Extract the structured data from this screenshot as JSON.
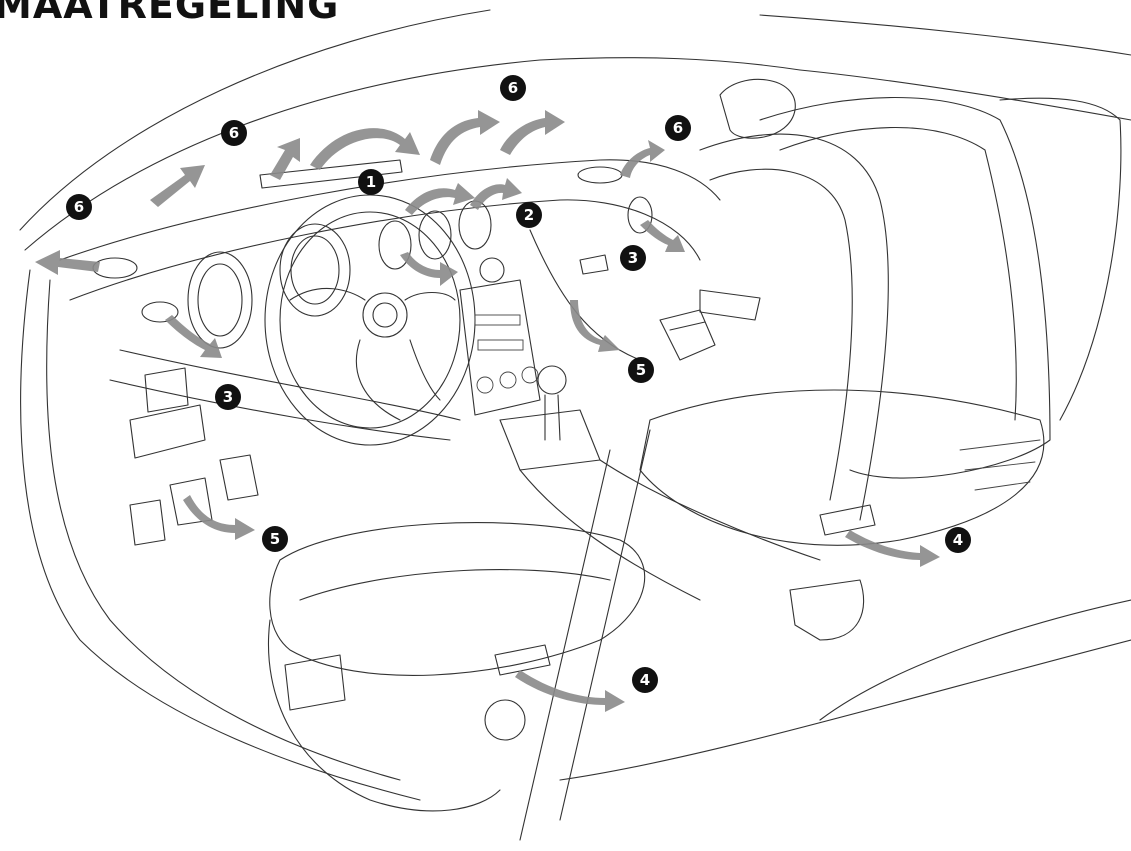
{
  "title": "MAATREGELING",
  "markers": [
    {
      "id": "m1",
      "label": "1"
    },
    {
      "id": "m2",
      "label": "2"
    },
    {
      "id": "m3a",
      "label": "3"
    },
    {
      "id": "m3b",
      "label": "3"
    },
    {
      "id": "m4a",
      "label": "4"
    },
    {
      "id": "m4b",
      "label": "4"
    },
    {
      "id": "m5a",
      "label": "5"
    },
    {
      "id": "m5b",
      "label": "5"
    },
    {
      "id": "m6a",
      "label": "6"
    },
    {
      "id": "m6b",
      "label": "6"
    },
    {
      "id": "m6c",
      "label": "6"
    },
    {
      "id": "m6d",
      "label": "6"
    }
  ],
  "colors": {
    "line": "#333333",
    "arrow": "#8a8a8a",
    "marker": "#111111"
  }
}
